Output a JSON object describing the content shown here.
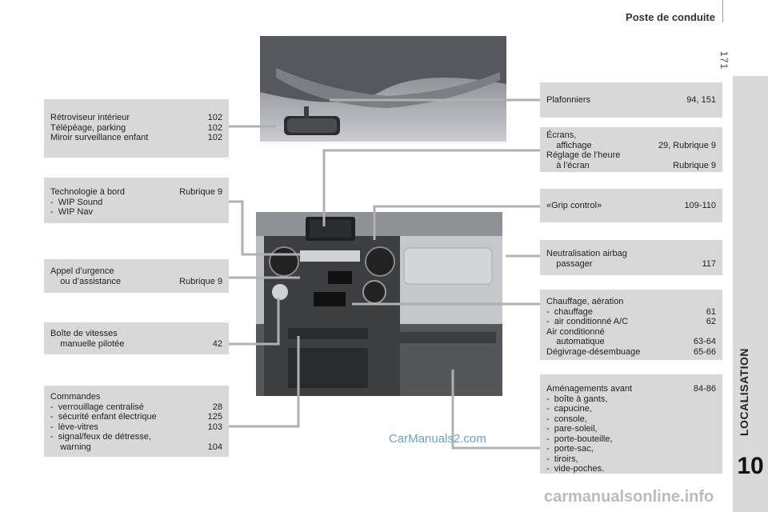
{
  "header": {
    "title": "Poste de conduite",
    "page_number": "171"
  },
  "side": {
    "section": "LOCALISATION",
    "chapter": "10"
  },
  "left_boxes": [
    {
      "lines": [
        {
          "label": "Rétroviseur intérieur",
          "ref": "102"
        },
        {
          "label": "Télépéage, parking",
          "ref": "102"
        },
        {
          "label": "Miroir surveillance enfant",
          "ref": "102"
        }
      ]
    },
    {
      "lines": [
        {
          "label": "Technologie à bord",
          "ref": "Rubrique 9"
        },
        {
          "label": "-  WIP Sound",
          "ref": ""
        },
        {
          "label": "-  WIP Nav",
          "ref": ""
        }
      ]
    },
    {
      "lines": [
        {
          "label": "Appel d’urgence",
          "ref": ""
        },
        {
          "label": "    ou d’assistance",
          "ref": "Rubrique 9"
        }
      ]
    },
    {
      "lines": [
        {
          "label": "Boîte de vitesses",
          "ref": ""
        },
        {
          "label": "    manuelle pilotée",
          "ref": "42"
        }
      ]
    },
    {
      "lines": [
        {
          "label": "Commandes",
          "ref": ""
        },
        {
          "label": "-  verrouillage centralisé",
          "ref": "28"
        },
        {
          "label": "-  sécurité enfant électrique",
          "ref": "125"
        },
        {
          "label": "-  lève-vitres",
          "ref": "103"
        },
        {
          "label": "-  signal/feux de détresse,",
          "ref": ""
        },
        {
          "label": "    warning",
          "ref": "104"
        }
      ]
    }
  ],
  "right_boxes": [
    {
      "lines": [
        {
          "label": "Plafonniers",
          "ref": "94, 151"
        }
      ]
    },
    {
      "lines": [
        {
          "label": "Écrans,",
          "ref": ""
        },
        {
          "label": "    affichage",
          "ref": "29, Rubrique 9"
        },
        {
          "label": "Réglage de l’heure",
          "ref": ""
        },
        {
          "label": "    à l’écran",
          "ref": "Rubrique 9"
        }
      ]
    },
    {
      "lines": [
        {
          "label": "«Grip control»",
          "ref": "109-110"
        }
      ]
    },
    {
      "lines": [
        {
          "label": "Neutralisation airbag",
          "ref": ""
        },
        {
          "label": "    passager",
          "ref": "117"
        }
      ]
    },
    {
      "lines": [
        {
          "label": "Chauffage, aération",
          "ref": ""
        },
        {
          "label": "-  chauffage",
          "ref": "61"
        },
        {
          "label": "-  air conditionné A/C",
          "ref": "62"
        },
        {
          "label": "Air conditionné",
          "ref": ""
        },
        {
          "label": "    automatique",
          "ref": "63-64"
        },
        {
          "label": "Dégivrage-désembuage",
          "ref": "65-66"
        }
      ]
    },
    {
      "lines": [
        {
          "label": "Aménagements avant",
          "ref": "84-86"
        },
        {
          "label": "-  boîte à gants,",
          "ref": ""
        },
        {
          "label": "-  capucine,",
          "ref": ""
        },
        {
          "label": "-  console,",
          "ref": ""
        },
        {
          "label": "-  pare-soleil,",
          "ref": ""
        },
        {
          "label": "-  porte-bouteille,",
          "ref": ""
        },
        {
          "label": "-  porte-sac,",
          "ref": ""
        },
        {
          "label": "-  tiroirs,",
          "ref": ""
        },
        {
          "label": "-  vide-poches.",
          "ref": ""
        }
      ]
    }
  ],
  "watermarks": {
    "primary": "CarManuals2.com",
    "secondary": "carmanualsonline.info"
  }
}
